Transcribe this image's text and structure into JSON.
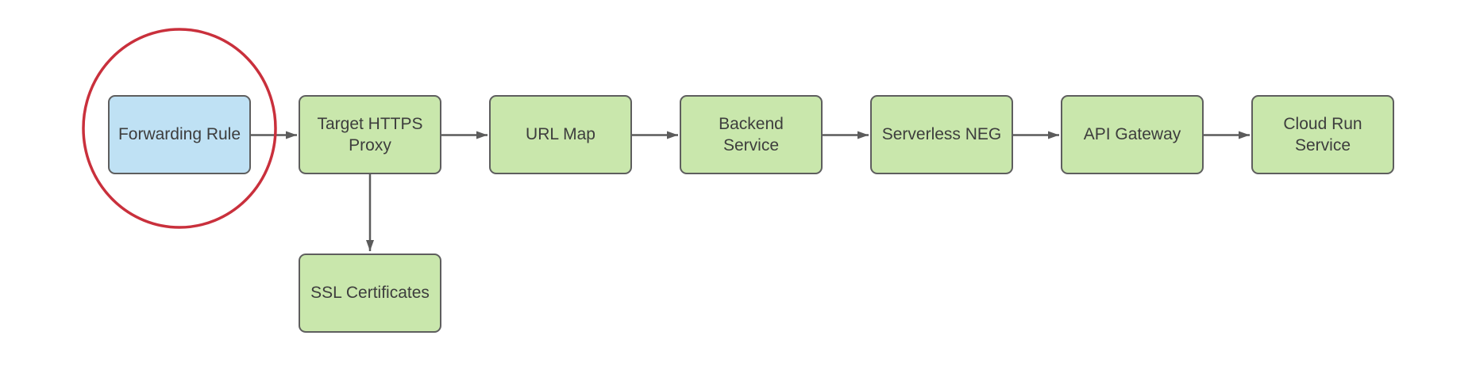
{
  "diagram": {
    "type": "flowchart",
    "background": "#ffffff",
    "nodes": [
      {
        "id": "forwarding-rule",
        "label": "Forwarding Rule",
        "fill": "#bfe1f4",
        "highlighted": true
      },
      {
        "id": "target-https-proxy",
        "label": "Target HTTPS Proxy",
        "fill": "#c9e7ac",
        "highlighted": false
      },
      {
        "id": "url-map",
        "label": "URL Map",
        "fill": "#c9e7ac",
        "highlighted": false
      },
      {
        "id": "backend-service",
        "label": "Backend Service",
        "fill": "#c9e7ac",
        "highlighted": false
      },
      {
        "id": "serverless-neg",
        "label": "Serverless NEG",
        "fill": "#c9e7ac",
        "highlighted": false
      },
      {
        "id": "api-gateway",
        "label": "API Gateway",
        "fill": "#c9e7ac",
        "highlighted": false
      },
      {
        "id": "cloud-run-service",
        "label": "Cloud Run Service",
        "fill": "#c9e7ac",
        "highlighted": false
      },
      {
        "id": "ssl-certificates",
        "label": "SSL Certificates",
        "fill": "#c9e7ac",
        "highlighted": false
      }
    ],
    "edges": [
      {
        "from": "forwarding-rule",
        "to": "target-https-proxy"
      },
      {
        "from": "target-https-proxy",
        "to": "url-map"
      },
      {
        "from": "url-map",
        "to": "backend-service"
      },
      {
        "from": "backend-service",
        "to": "serverless-neg"
      },
      {
        "from": "serverless-neg",
        "to": "api-gateway"
      },
      {
        "from": "api-gateway",
        "to": "cloud-run-service"
      },
      {
        "from": "target-https-proxy",
        "to": "ssl-certificates"
      }
    ],
    "annotation": {
      "shape": "ellipse",
      "color": "#c9303c",
      "highlights": "forwarding-rule"
    },
    "colors": {
      "node_green": "#c9e7ac",
      "node_blue": "#bfe1f4",
      "border": "#5e5e5e",
      "arrow": "#5b5b5b",
      "text": "#3d3d3d",
      "highlight_red": "#c9303c",
      "background": "#ffffff"
    }
  }
}
